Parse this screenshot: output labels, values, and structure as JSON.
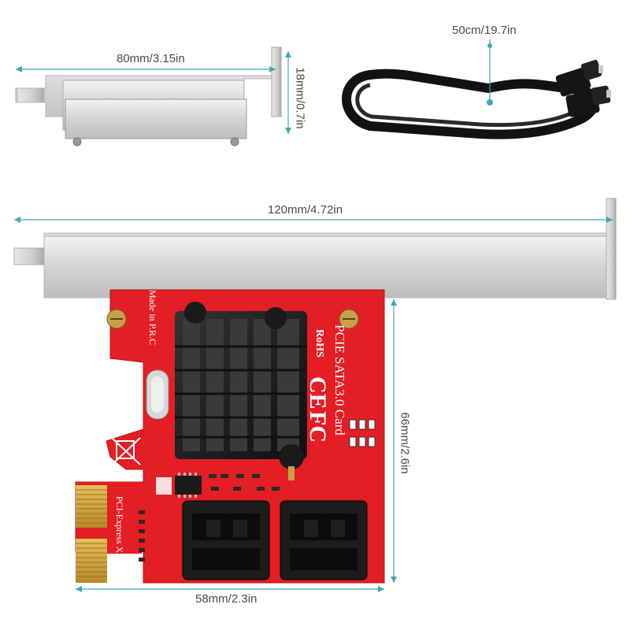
{
  "dimensions": {
    "small_bracket_width": "80mm/3.15in",
    "small_bracket_height": "18mm/0.7in",
    "cable_length": "50cm/19.7in",
    "full_bracket_width": "120mm/4.72in",
    "card_height": "66mm/2.6in",
    "card_width": "58mm/2.3in"
  },
  "board_text": {
    "model": "PCIE SATA3.0 Card",
    "interface": "PCI-Express X1",
    "origin": "Made in P.R.C",
    "rohs": "RoHS",
    "ce": "CE",
    "fcc": "FC"
  },
  "colors": {
    "dimension_line": "#3fa7b8",
    "pcb": "#e31e24",
    "heatsink": "#1c1c1c",
    "bracket": "#d9d9d9",
    "gold_finger": "#d4a935"
  }
}
